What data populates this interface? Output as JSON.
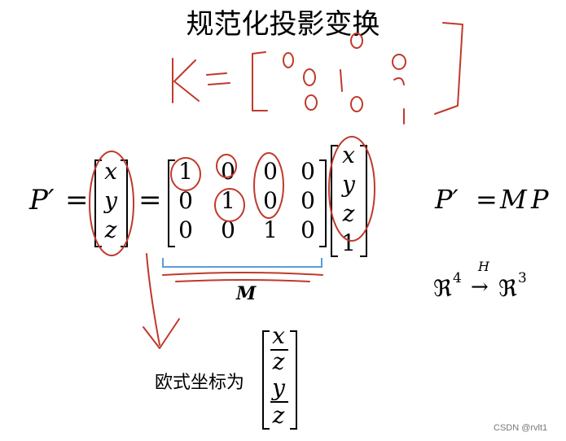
{
  "slide": {
    "title": "规范化投影变换",
    "handwriting": {
      "text": "K=[ 0 0 0 0 1 ]"
    },
    "equation": {
      "lhs": "P′",
      "equals": "=",
      "vector_p": [
        "x",
        "y",
        "z"
      ],
      "matrix_m": [
        [
          "1",
          "0",
          "0",
          "0"
        ],
        [
          "0",
          "1",
          "0",
          "0"
        ],
        [
          "0",
          "0",
          "1",
          "0"
        ]
      ],
      "vector_h": [
        "x",
        "y",
        "z",
        "1"
      ],
      "matrix_label": "M"
    },
    "right_formula": {
      "lhs": "P′",
      "eq": "=",
      "m": "M",
      "p": "P"
    },
    "mapping": {
      "from": "ℜ",
      "from_exp": "4",
      "arrow": "→",
      "arrow_label": "H",
      "to": "ℜ",
      "to_exp": "3"
    },
    "euclid": {
      "label": "欧式坐标为",
      "fractions": [
        {
          "num": "x",
          "den": "z"
        },
        {
          "num": "y",
          "den": "z"
        }
      ]
    },
    "watermark": "CSDN @rvlt1",
    "colors": {
      "ink": "#c0392b",
      "brace": "#5b9bd5",
      "text": "#000000"
    }
  }
}
